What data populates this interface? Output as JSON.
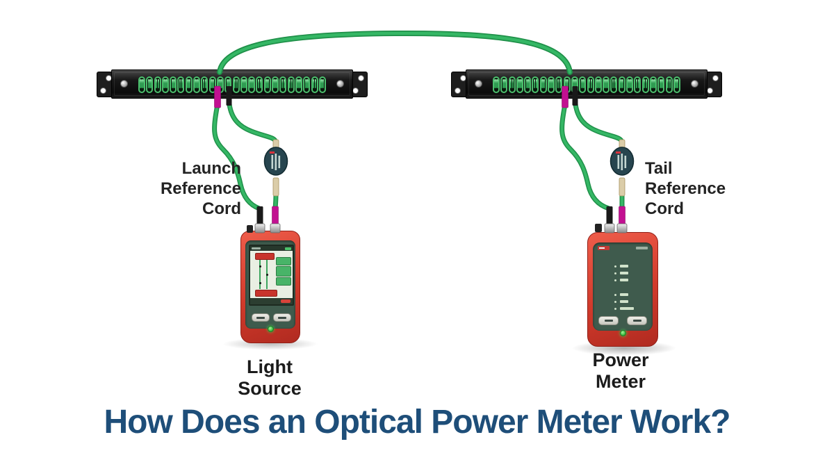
{
  "title": {
    "text": "How Does an Optical Power Meter Work?"
  },
  "labels": {
    "launch_cord": {
      "line1": "Launch",
      "line2": "Reference",
      "line3": "Cord"
    },
    "tail_cord": {
      "line1": "Tail",
      "line2": "Reference",
      "line3": "Cord"
    }
  },
  "devices": {
    "light_source": {
      "label": "Light Source"
    },
    "power_meter": {
      "label": "Power Meter"
    }
  },
  "panels": {
    "left": {
      "ports": 24
    },
    "right": {
      "ports": 24
    }
  },
  "icons": {
    "fiber_trunk_cable": "green-fiber-jumper",
    "inline_coupler": "fiber-coupler-with-label",
    "connector_colors": [
      "magenta",
      "black"
    ]
  },
  "colors": {
    "title_blue": "#1e4e79",
    "fiber_green": "#2ea75a",
    "connector_magenta": "#c21091",
    "device_red": "#d84034",
    "device_face_green": "#3f5b4d",
    "panel_black": "#161616",
    "port_green": "#4cbf6d"
  }
}
